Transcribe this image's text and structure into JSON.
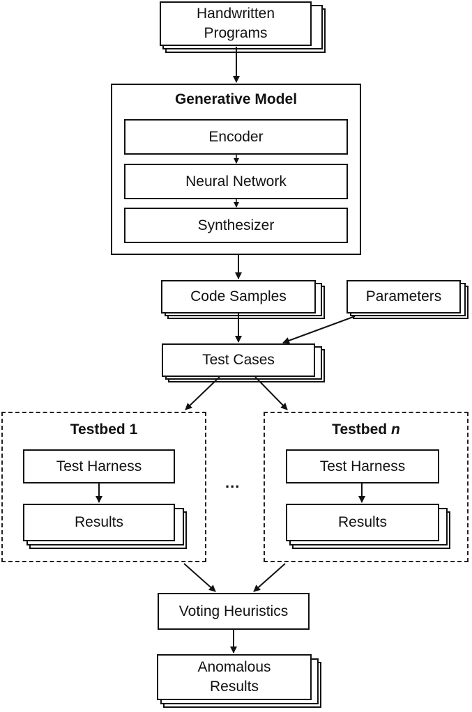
{
  "nodes": {
    "handwritten": {
      "line1": "Handwritten",
      "line2": "Programs"
    },
    "generative_model": {
      "title": "Generative Model"
    },
    "encoder": {
      "label": "Encoder"
    },
    "neural_network": {
      "label": "Neural Network"
    },
    "synthesizer": {
      "label": "Synthesizer"
    },
    "code_samples": {
      "label": "Code Samples"
    },
    "parameters": {
      "label": "Parameters"
    },
    "test_cases": {
      "label": "Test Cases"
    },
    "testbed_1": {
      "title_prefix": "Testbed",
      "title_suffix": "1",
      "harness": "Test Harness",
      "results": "Results"
    },
    "testbed_n": {
      "title_prefix": "Testbed",
      "title_suffix": "n",
      "harness": "Test Harness",
      "results": "Results"
    },
    "ellipsis": "...",
    "voting": {
      "label": "Voting Heuristics"
    },
    "anomalous": {
      "line1": "Anomalous",
      "line2": "Results"
    }
  }
}
